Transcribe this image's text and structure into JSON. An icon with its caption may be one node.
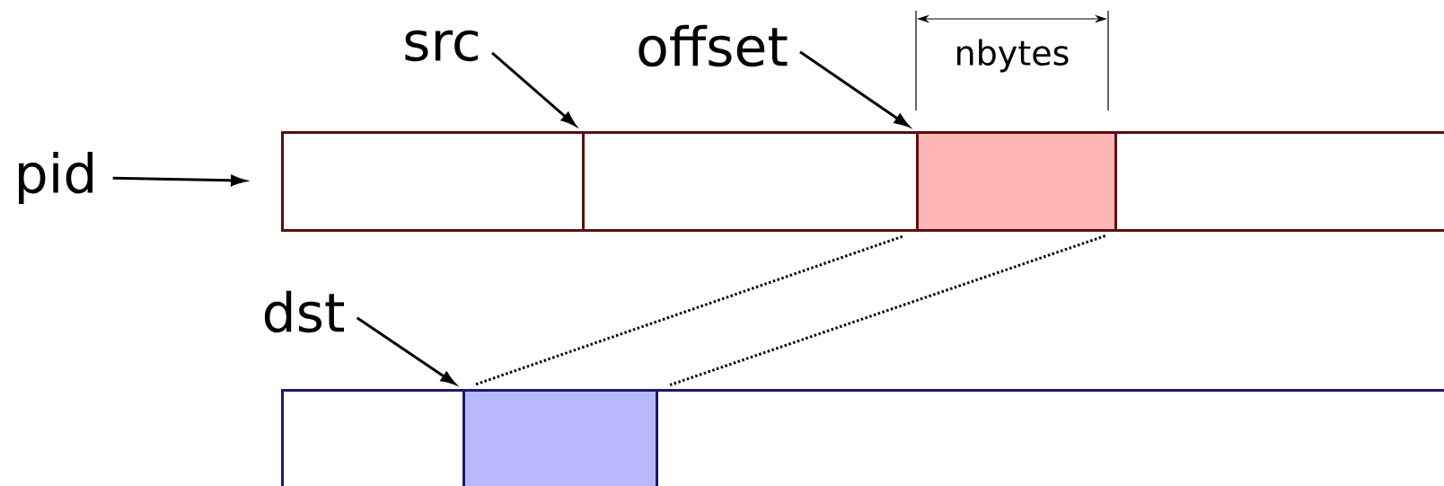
{
  "diagram": {
    "nodes": [
      {
        "text": [
          "src"
        ]
      },
      {
        "text": [
          "offset"
        ]
      },
      {
        "text": [
          "pid"
        ]
      },
      {
        "text": [],
        "shape": "box"
      },
      {
        "text": [],
        "shape": "box"
      },
      {
        "text": [],
        "shape": "box"
      },
      {
        "text": [],
        "shape": "box"
      },
      {
        "text": [
          "dst"
        ]
      },
      {
        "text": [],
        "shape": "box"
      },
      {
        "text": [],
        "shape": "box"
      },
      {
        "text": [],
        "shape": "box"
      }
    ],
    "edges": [
      {
        "from": 2,
        "to": 3,
        "arrow": "to"
      },
      {
        "from": 0,
        "to": 4,
        "arrow": "to"
      },
      {
        "from": 1,
        "to": 5,
        "arrow": "to"
      },
      {
        "from": 7,
        "to": 9,
        "arrow": "to"
      },
      {
        "from": 5,
        "to": 9,
        "arrow": "none",
        "style": "dashed"
      },
      {
        "from": 5,
        "to": 9,
        "arrow": "none",
        "style": "dashed"
      }
    ],
    "labels": [
      "nbytes"
    ]
  }
}
